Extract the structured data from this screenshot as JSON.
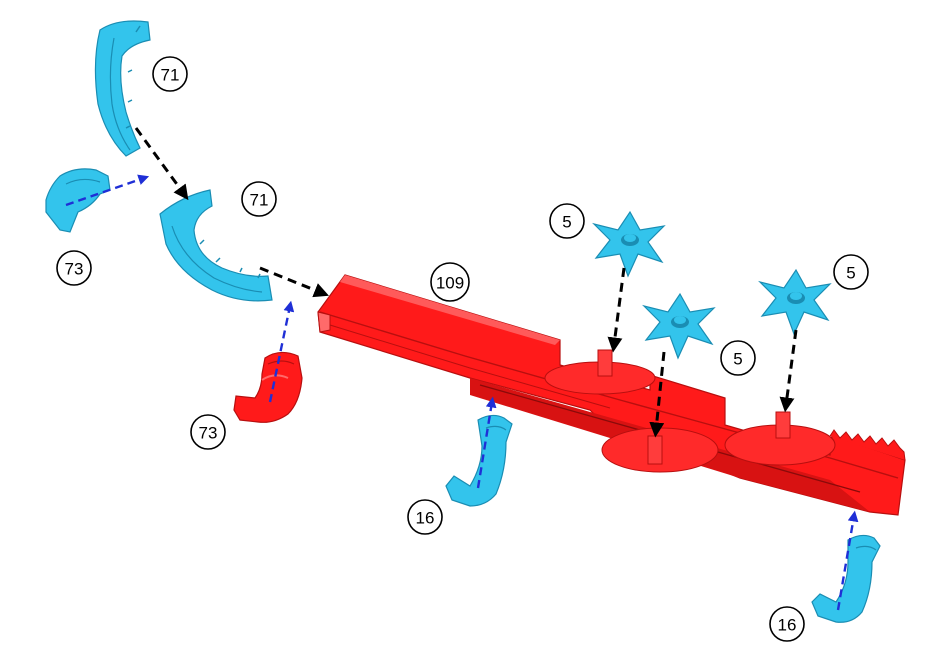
{
  "colors": {
    "part_blue": "#33c4ec",
    "part_blue_dark": "#1a8db3",
    "part_red": "#ff1a1a",
    "part_red_dark": "#b80f0f",
    "arrow_black": "#000000",
    "arrow_blue": "#1f2fd6",
    "background": "#ffffff"
  },
  "callouts": {
    "elbow_top": "71",
    "elbow_mid": "71",
    "clip_blue": "73",
    "clip_red": "73",
    "manifold": "109",
    "star_a": "5",
    "star_b": "5",
    "star_c": "5",
    "clamp_a": "16",
    "clamp_b": "16"
  }
}
